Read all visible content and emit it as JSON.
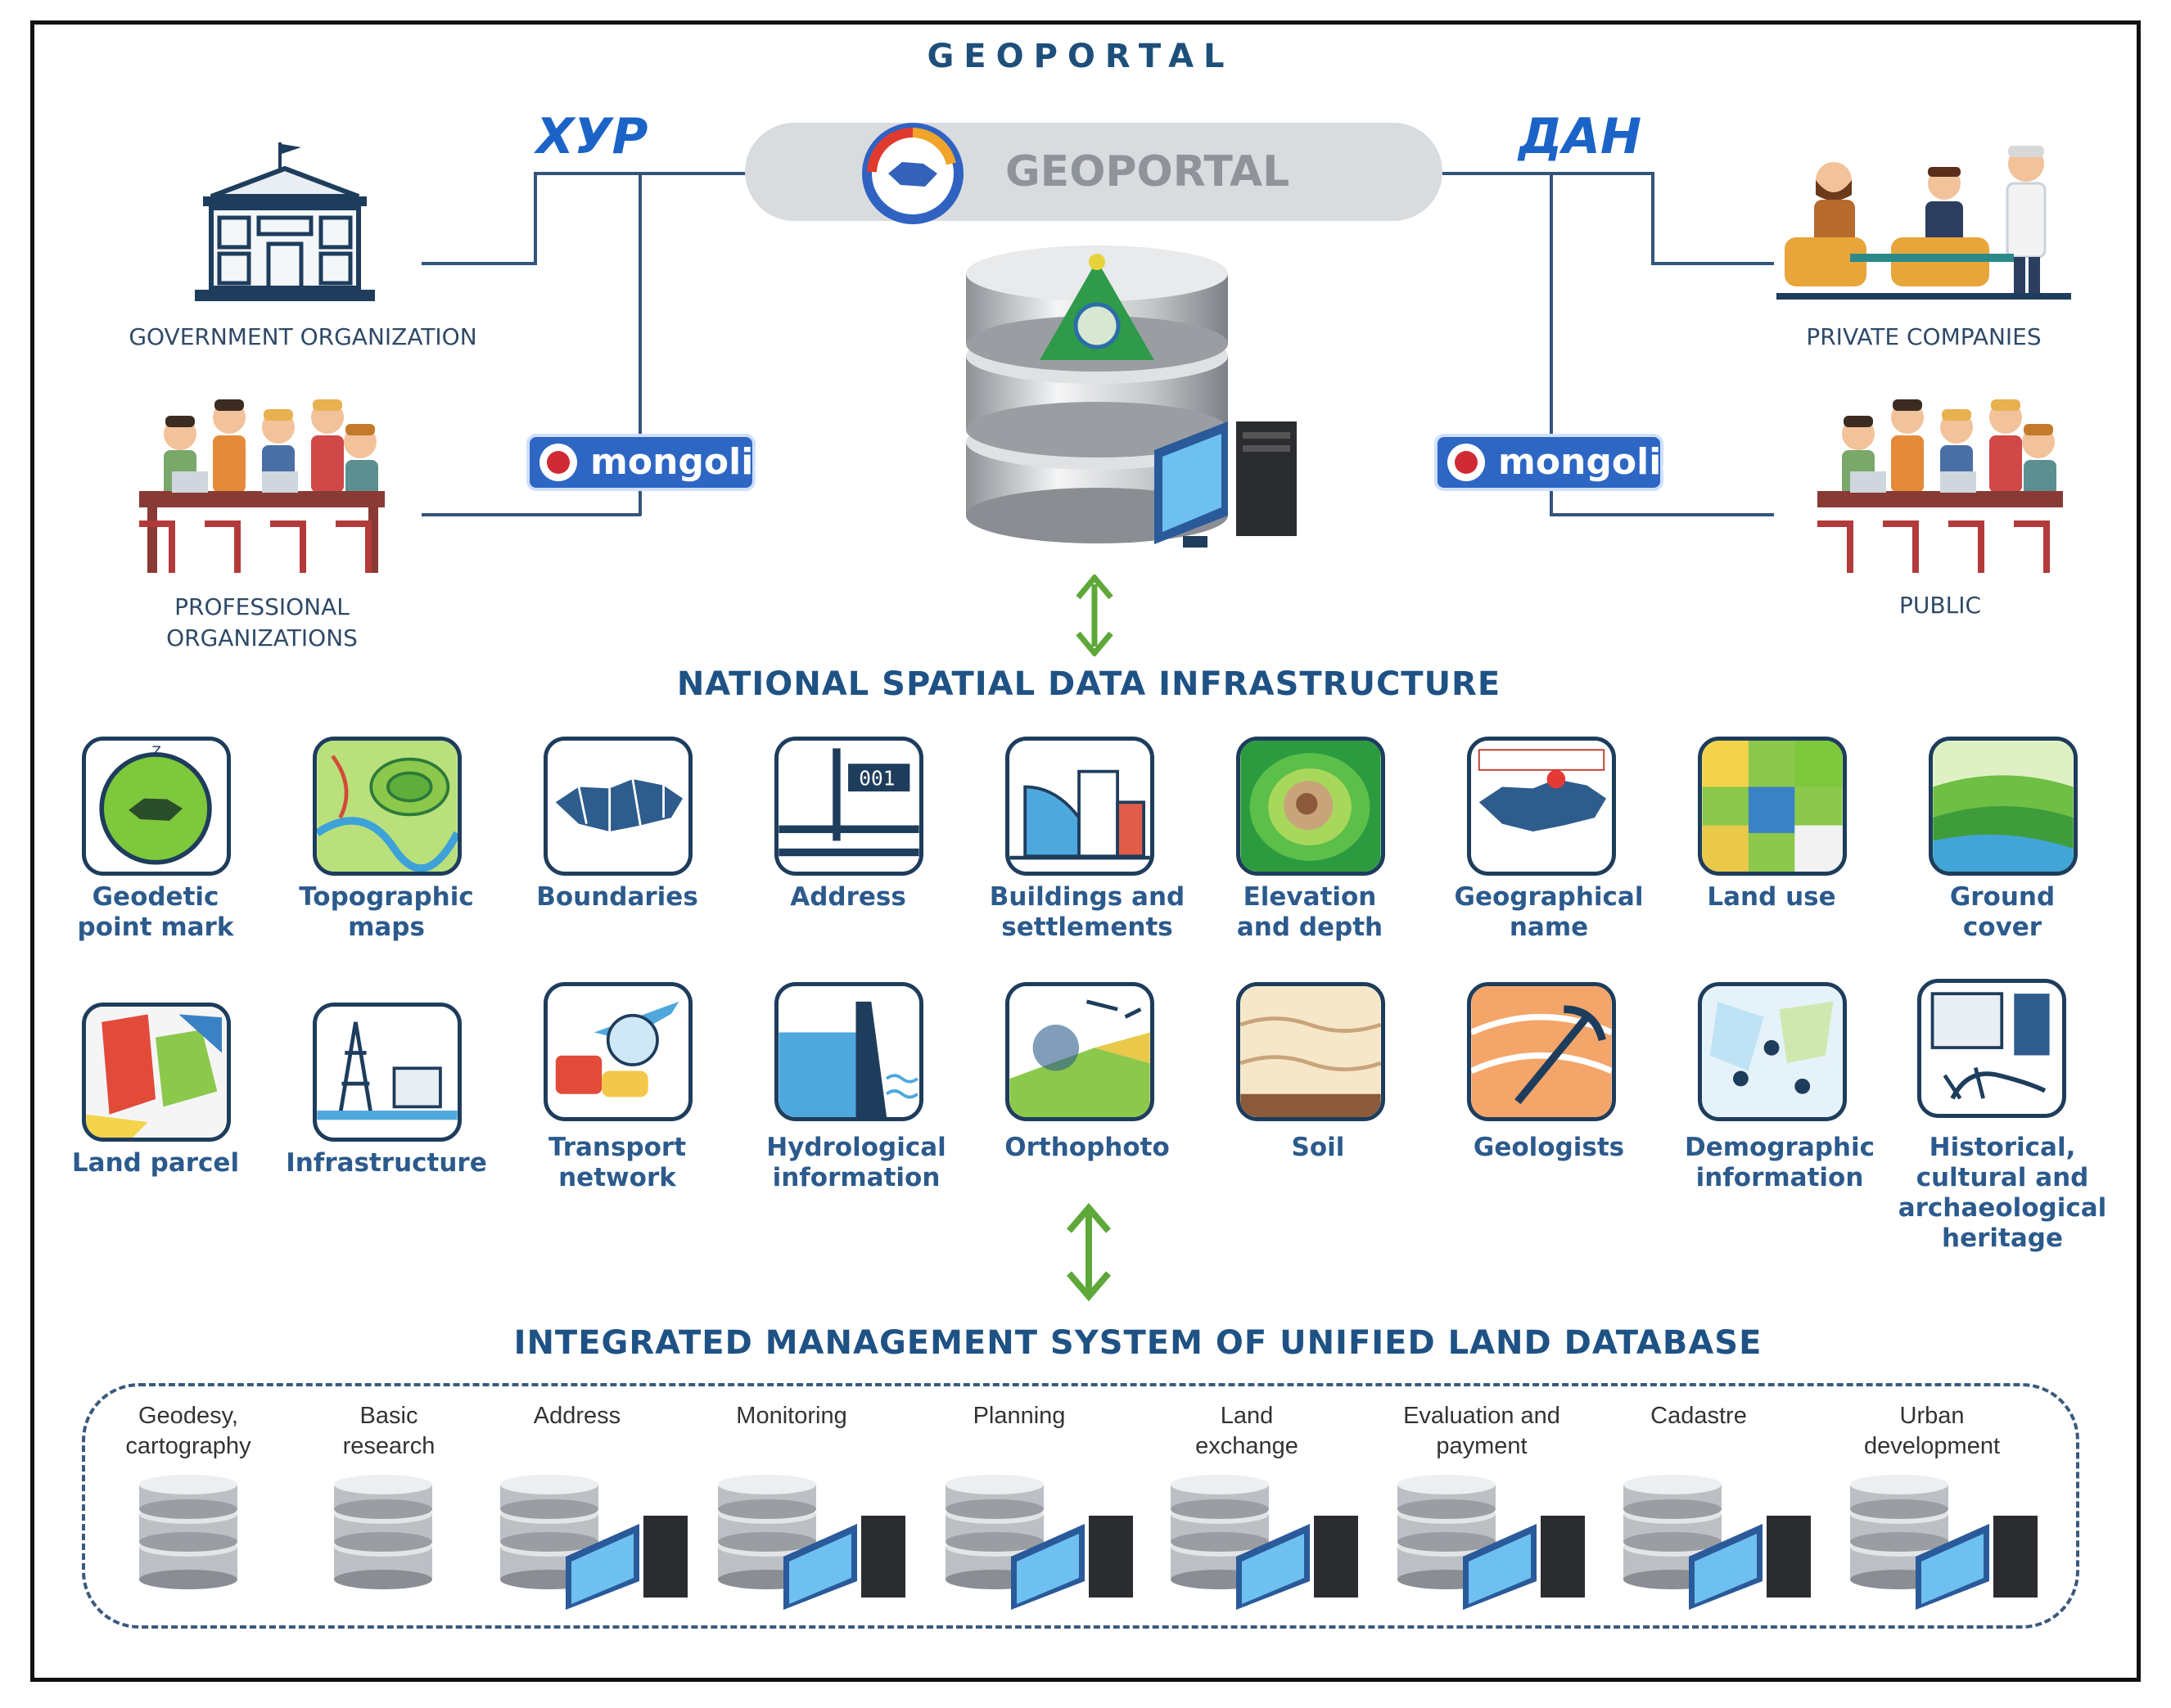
{
  "header": {
    "title": "GEOPORTAL"
  },
  "portal": {
    "label": "GEOPORTAL",
    "left_brand": "ХУР",
    "right_brand": "ДАН"
  },
  "emongolia": {
    "label": "mongolia"
  },
  "actors": {
    "government": "GOVERNMENT ORGANIZATION",
    "professional": "PROFESSIONAL\nORGANIZATIONS",
    "private": "PRIVATE COMPANIES",
    "public": "PUBLIC"
  },
  "nsdi": {
    "title": "NATIONAL SPATIAL DATA INFRASTRUCTURE",
    "items": [
      {
        "label": "Geodetic\npoint mark",
        "icon": "geodetic-point-icon"
      },
      {
        "label": "Topographic\nmaps",
        "icon": "topographic-map-icon"
      },
      {
        "label": "Boundaries",
        "icon": "boundaries-icon"
      },
      {
        "label": "Address",
        "icon": "address-icon"
      },
      {
        "label": "Buildings and\nsettlements",
        "icon": "buildings-icon"
      },
      {
        "label": "Elevation\nand depth",
        "icon": "elevation-icon"
      },
      {
        "label": "Geographical\nname",
        "icon": "geographical-name-icon"
      },
      {
        "label": "Land use",
        "icon": "land-use-icon"
      },
      {
        "label": "Ground\ncover",
        "icon": "ground-cover-icon"
      },
      {
        "label": "Land parcel",
        "icon": "land-parcel-icon"
      },
      {
        "label": "Infrastructure",
        "icon": "infrastructure-icon"
      },
      {
        "label": "Transport\nnetwork",
        "icon": "transport-icon"
      },
      {
        "label": "Hydrological\ninformation",
        "icon": "hydrology-icon"
      },
      {
        "label": "Orthophoto",
        "icon": "orthophoto-icon"
      },
      {
        "label": "Soil",
        "icon": "soil-icon"
      },
      {
        "label": "Geologists",
        "icon": "geology-icon"
      },
      {
        "label": "Demographic\ninformation",
        "icon": "demographic-icon"
      },
      {
        "label": "Historical,\ncultural and\narchaeological\nheritage",
        "icon": "heritage-icon"
      }
    ]
  },
  "imsuld": {
    "title": "INTEGRATED MANAGEMENT SYSTEM OF UNIFIED LAND DATABASE",
    "items": [
      {
        "label": "Geodesy,\ncartography"
      },
      {
        "label": "Basic\nresearch"
      },
      {
        "label": "Address"
      },
      {
        "label": "Monitoring"
      },
      {
        "label": "Planning"
      },
      {
        "label": "Land\nexchange"
      },
      {
        "label": "Evaluation and\npayment"
      },
      {
        "label": "Cadastre"
      },
      {
        "label": "Urban\ndevelopment"
      }
    ]
  },
  "colors": {
    "title_blue": "#1d4f7a",
    "arrow_green": "#5ea83a",
    "tile_border": "#1e3d5c"
  }
}
